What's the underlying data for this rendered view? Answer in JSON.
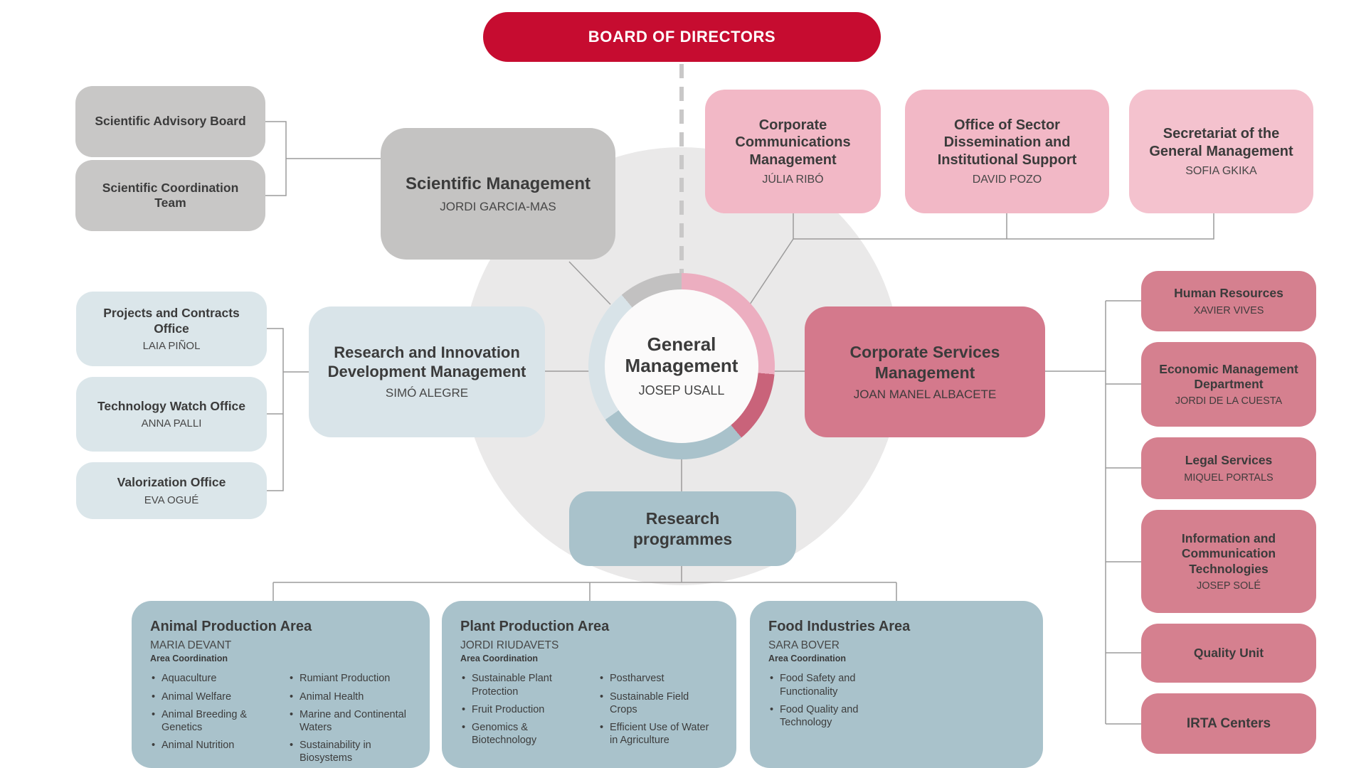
{
  "colors": {
    "board_red": "#C60C30",
    "pink": "#F2B8C6",
    "rose": "#D5808F",
    "gray": "#C8C7C6",
    "light_blue": "#DBE6EA",
    "blue_gray": "#A9C2CB"
  },
  "board": {
    "title": "BOARD OF DIRECTORS"
  },
  "center": {
    "title": "General Management",
    "name": "JOSEP USALL"
  },
  "scientific": {
    "advisory_board": {
      "title": "Scientific Advisory Board"
    },
    "coordination_team": {
      "title": "Scientific Coordination Team"
    },
    "management": {
      "title": "Scientific Management",
      "name": "JORDI GARCIA-MAS"
    }
  },
  "staff_offices": [
    {
      "title": "Corporate Communications Management",
      "name": "JÚLIA RIBÓ"
    },
    {
      "title": "Office of Sector Dissemination and Institutional Support",
      "name": "DAVID POZO"
    },
    {
      "title": "Secretariat of the General Management",
      "name": "SOFIA GKIKA"
    }
  ],
  "research_innovation": {
    "management": {
      "title": "Research and Innovation Development Management",
      "name": "SIMÓ ALEGRE"
    },
    "offices": [
      {
        "title": "Projects and Contracts Office",
        "name": "LAIA PIÑOL"
      },
      {
        "title": "Technology Watch Office",
        "name": "ANNA PALLI"
      },
      {
        "title": "Valorization Office",
        "name": "EVA OGUÉ"
      }
    ]
  },
  "corporate_services": {
    "management": {
      "title": "Corporate Services Management",
      "name": "JOAN MANEL ALBACETE"
    },
    "units": [
      {
        "title": "Human Resources",
        "name": "XAVIER VIVES"
      },
      {
        "title": "Economic Management Department",
        "name": "JORDI DE LA CUESTA"
      },
      {
        "title": "Legal Services",
        "name": "MIQUEL PORTALS"
      },
      {
        "title": "Information and Communication Technologies",
        "name": "JOSEP SOLÉ"
      },
      {
        "title": "Quality Unit"
      },
      {
        "title": "IRTA Centers"
      }
    ]
  },
  "research_programmes": {
    "title": "Research programmes",
    "areas": [
      {
        "title": "Animal Production Area",
        "name": "MARIA DEVANT",
        "role": "Area Coordination",
        "col1": [
          "Aquaculture",
          "Animal Welfare",
          "Animal Breeding & Genetics",
          "Animal Nutrition"
        ],
        "col2": [
          "Rumiant Production",
          "Animal Health",
          "Marine and Continental Waters",
          "Sustainability in Biosystems"
        ]
      },
      {
        "title": "Plant Production Area",
        "name": "JORDI RIUDAVETS",
        "role": "Area Coordination",
        "col1": [
          "Sustainable Plant Protection",
          "Fruit Production",
          "Genomics & Biotechnology"
        ],
        "col2": [
          "Postharvest",
          "Sustainable Field Crops",
          "Efficient Use of Water in Agriculture"
        ]
      },
      {
        "title": "Food Industries Area",
        "name": "SARA BOVER",
        "role": "Area Coordination",
        "col1": [
          "Food Safety and Functionality",
          "Food Quality and Technology"
        ],
        "col2": []
      }
    ]
  }
}
